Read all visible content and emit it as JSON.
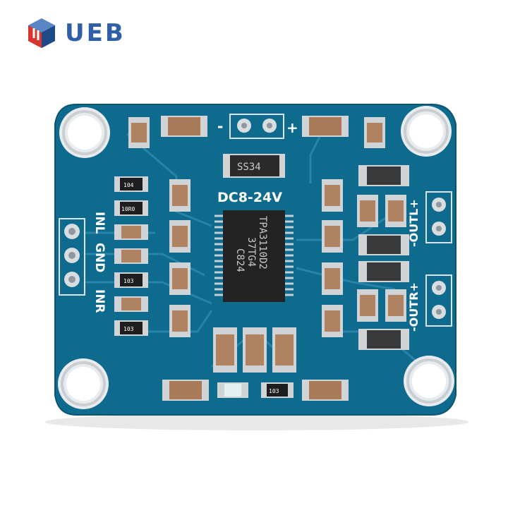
{
  "brand": {
    "name": "UEB",
    "colors": {
      "red": "#d8352f",
      "blue": "#2f5fa6"
    }
  },
  "board": {
    "color": "#0f6b8e",
    "silkscreen": {
      "voltage": "DC8-24V",
      "power_minus": "-",
      "power_plus": "+",
      "input_left": "INL",
      "input_gnd": "GND",
      "input_right": "INR",
      "output_left": "-OUTL+",
      "output_right": "-OUTR+"
    },
    "chip": {
      "line1": "TPA3110D2",
      "line2": "37TG4",
      "line3": "C824"
    },
    "diode": "SS34",
    "resistors": {
      "r1": "104",
      "r2": "10R0",
      "r3": "103",
      "r4": "103",
      "r5": "103"
    }
  }
}
